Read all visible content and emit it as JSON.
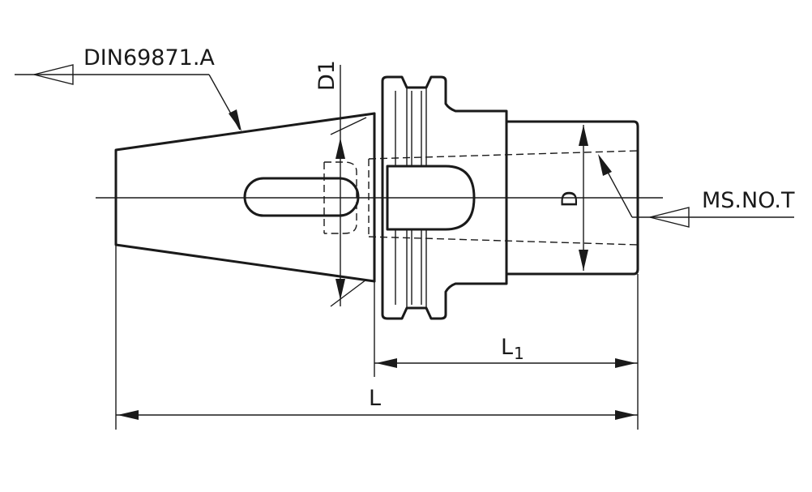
{
  "labels": {
    "din": "DIN69871.A",
    "ms": "MS.NO.T",
    "d1": "D1",
    "d": "D",
    "l1_main": "L",
    "l1_sub": "1",
    "l": "L"
  }
}
